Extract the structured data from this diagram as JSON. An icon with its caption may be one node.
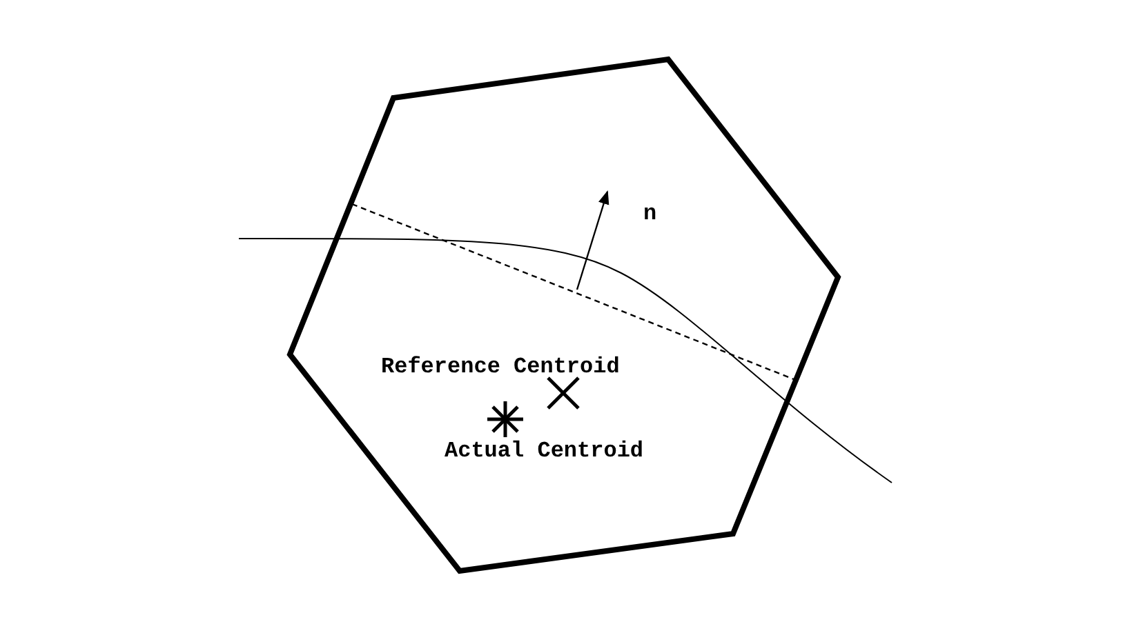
{
  "diagram": {
    "labels": [
      "n",
      "Reference Centroid",
      "Actual Centroid"
    ]
  }
}
